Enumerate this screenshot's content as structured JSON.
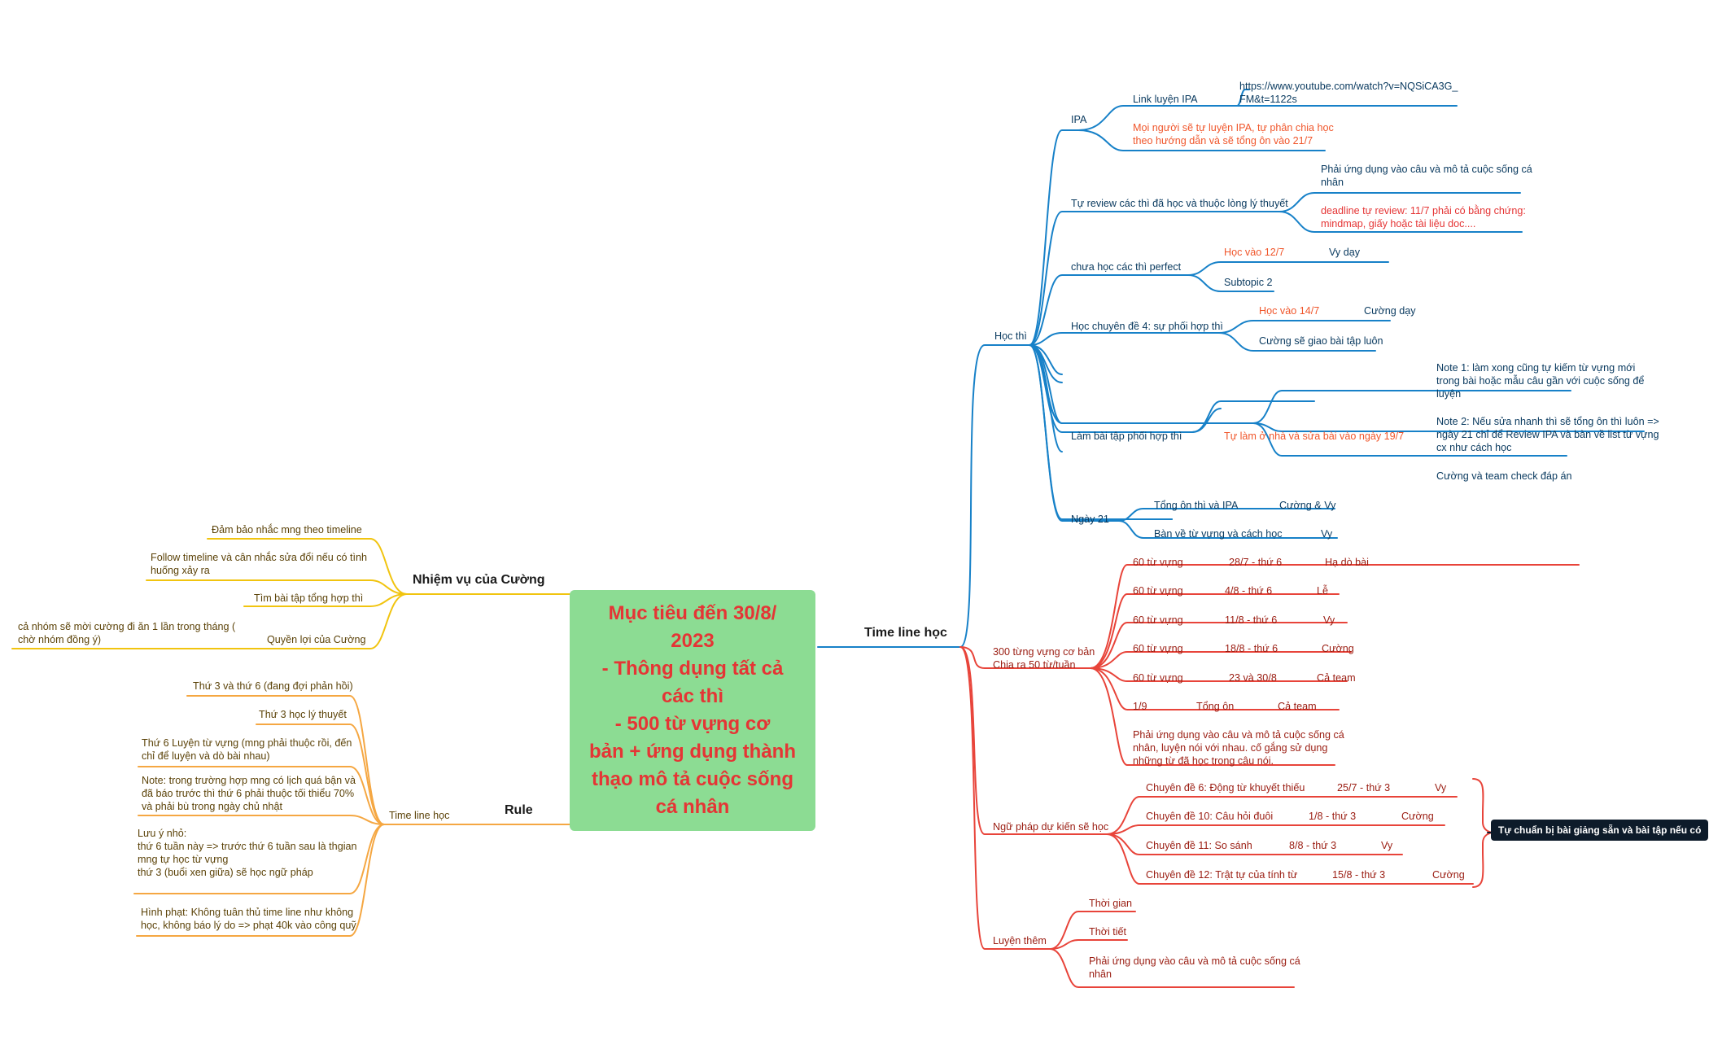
{
  "colors": {
    "blue": "#1781c8",
    "red": "#e8443a",
    "yellow": "#f1c40f",
    "orange": "#f5a742",
    "central_bg": "#8cdc93",
    "central_text": "#e53535",
    "tag_bg": "#0d1b2a"
  },
  "central": {
    "text": "Mục tiêu đến 30/8/\n2023\n- Thông dụng tất cả\ncác thì\n- 500 từ vựng cơ\nbản + ứng dụng thành\nthạo mô tả cuộc sống\ncá nhân"
  },
  "timeline": {
    "title": "Time line học",
    "hoc_thi": {
      "label": "Học thì",
      "ipa": {
        "label": "IPA",
        "link_label": "Link luyện IPA",
        "url": "https://www.youtube.com/watch?v=NQSiCA3G_\nFM&t=1122s",
        "note": "Mọi người sẽ tự luyện IPA, tự phân chia học\ntheo hướng dẫn và sẽ tổng ôn vào 21/7"
      },
      "review": {
        "label": "Tự review các thì đã học và thuộc lòng lý thuyết",
        "apply": "Phải ứng dụng vào câu và mô tả cuộc sống cá\nnhân",
        "deadline": "deadline tự review: 11/7  phải có bằng chứng:\nmindmap, giấy hoặc tài liệu doc...."
      },
      "perfect": {
        "label": "chưa học các thì perfect",
        "date": "Học vào 12/7",
        "who": "Vy dạy",
        "subtopic": "Subtopic 2"
      },
      "chuyende4": {
        "label": "Học chuyên đề 4: sự phối hợp thì",
        "date": "Học vào 14/7",
        "who": "Cường dạy",
        "note": "Cường sẽ giao bài tập luôn"
      },
      "baitap": {
        "label": "Làm bài tập phối hợp thì",
        "self": "Tự làm ở nhà và sửa bài vào ngày 19/7",
        "note1": "Note 1: làm xong cũng tự kiếm từ vựng mới\ntrong bài hoặc mẫu câu gần với cuộc sống để\nluyện",
        "note2": "Note 2: Nếu sửa nhanh thì sẽ tổng ôn thì luôn =>\nngày 21 chỉ để Review IPA và bàn về list từ vựng\ncx như cách học",
        "note3": "Cường và team check đáp án"
      },
      "ngay21": {
        "label": "Ngày 21",
        "item1": "Tổng ôn thì và IPA",
        "who1": "Cường & Vy",
        "item2": "Bàn về từ vựng và cách học",
        "who2": "Vy"
      }
    },
    "vocab": {
      "label": "300 từng vựng cơ bản\nChia ra 50 từ/tuần",
      "rows": [
        {
          "a": "60 từ vựng",
          "b": "28/7 - thứ 6",
          "c": "Hạ dò bài"
        },
        {
          "a": "60 từ vựng",
          "b": "4/8 - thứ 6",
          "c": "Lễ"
        },
        {
          "a": "60 từ vựng",
          "b": "11/8 - thứ 6",
          "c": "Vy"
        },
        {
          "a": "60 từ vựng",
          "b": "18/8 - thứ 6",
          "c": "Cường"
        },
        {
          "a": "60 từ vựng",
          "b": "23 và 30/8",
          "c": "Cả team"
        },
        {
          "a": "1/9",
          "b": "Tổng ôn",
          "c": "Cả team"
        }
      ],
      "apply": "Phải ứng dụng vào câu và mô tả cuộc sống cá\nnhân, luyện nói với nhau. cố gắng sử dụng\nnhững từ đã học trong câu nói."
    },
    "grammar": {
      "label": "Ngữ pháp dự kiến sẽ học",
      "rows": [
        {
          "a": "Chuyên đề 6: Động từ khuyết thiếu",
          "b": "25/7 - thứ 3",
          "c": "Vy"
        },
        {
          "a": "Chuyên đề 10: Câu hỏi đuôi",
          "b": "1/8 - thứ 3",
          "c": "Cường"
        },
        {
          "a": "Chuyên đề 11: So sánh",
          "b": "8/8 - thứ 3",
          "c": "Vy"
        },
        {
          "a": "Chuyên đề 12: Trật tự của tính từ",
          "b": "15/8 - thứ 3",
          "c": "Cường"
        }
      ],
      "tag": "Tự chuẩn bị bài giảng sẵn và bài tập nếu có"
    },
    "luyen": {
      "label": "Luyện thêm",
      "items": [
        "Thời gian",
        "Thời tiết",
        "Phải ứng dụng vào câu và mô tả cuộc sống cá\nnhân"
      ]
    }
  },
  "duty": {
    "title": "Nhiệm vụ của Cường",
    "items": [
      "Đảm bảo nhắc mng theo timeline",
      "Follow timeline và cân nhắc sửa đổi nếu có tình\nhuống xảy ra",
      "Tìm bài tập tổng hợp thì",
      "Quyền lợi của Cường"
    ],
    "benefit": "cả nhóm sẽ mời cường đi ăn 1 lần trong tháng (\nchờ nhóm đồng ý)"
  },
  "rule": {
    "title": "Rule",
    "sub": "Time line học",
    "items": [
      "Thứ 3 và thứ 6 (đang đợi phản hồi)",
      "Thứ 3 học lý thuyết",
      "Thứ 6 Luyện từ vựng (mng phải thuộc rồi, đến\nchỉ để luyện và dò bài nhau)",
      "Note: trong trường hợp mng có lịch quá bận và\nđã báo trước thì thứ 6 phải thuộc tối thiểu 70%\nvà phải bù trong ngày chủ nhật",
      "Lưu ý nhỏ:\nthứ 6 tuần này => trước thứ 6 tuần sau là thgian\nmng tự học từ vựng\nthứ 3 (buổi xen giữa) sẽ học ngữ pháp",
      "Hình phạt: Không tuân thủ time line như không\nhọc, không báo lý do => phạt 40k vào công quỹ"
    ]
  }
}
